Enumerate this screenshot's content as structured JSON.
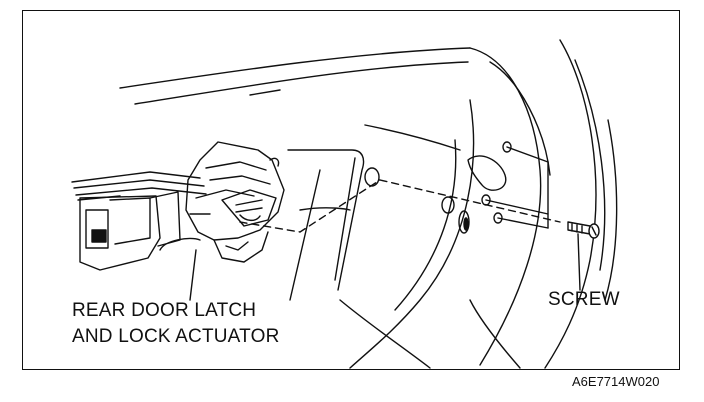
{
  "labels": {
    "latch_line1": "REAR DOOR LATCH",
    "latch_line2": "AND LOCK ACTUATOR",
    "screw": "SCREW"
  },
  "figure_code": "A6E7714W020",
  "colors": {
    "ink": "#111111",
    "paper": "#ffffff"
  }
}
